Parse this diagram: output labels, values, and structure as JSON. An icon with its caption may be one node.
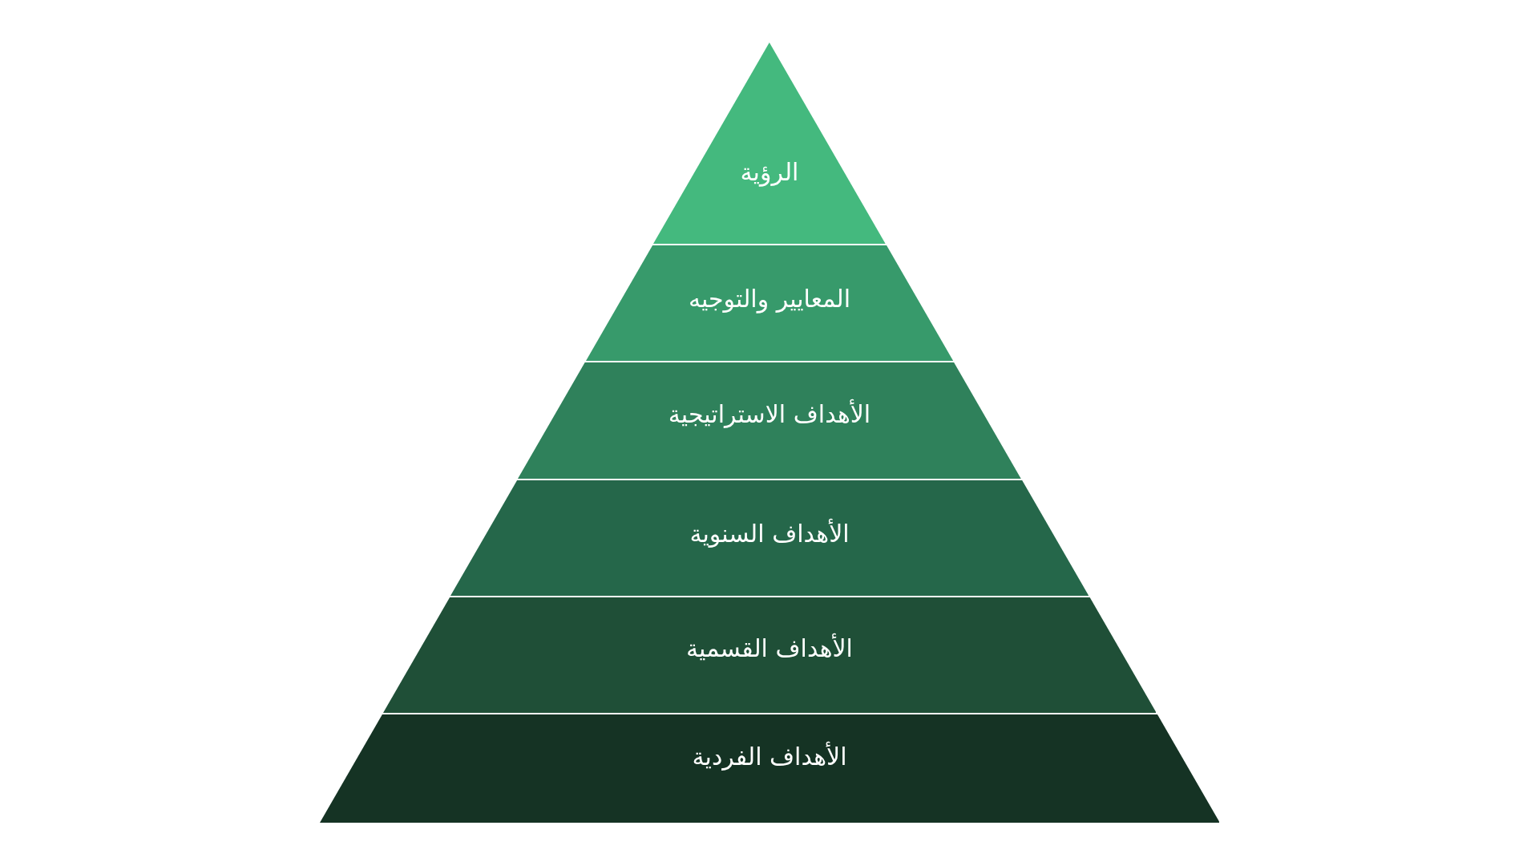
{
  "diagram": {
    "nodes": [
      {
        "text": [
          "الرؤية"
        ]
      },
      {
        "text": [
          "المعايير والتوجيه"
        ]
      },
      {
        "text": [
          "الأهداف الاستراتيجية"
        ]
      },
      {
        "text": [
          "الأهداف السنوية"
        ]
      },
      {
        "text": [
          "الأهداف القسمية"
        ]
      },
      {
        "text": [
          "الأهداف الفردية"
        ]
      }
    ]
  }
}
